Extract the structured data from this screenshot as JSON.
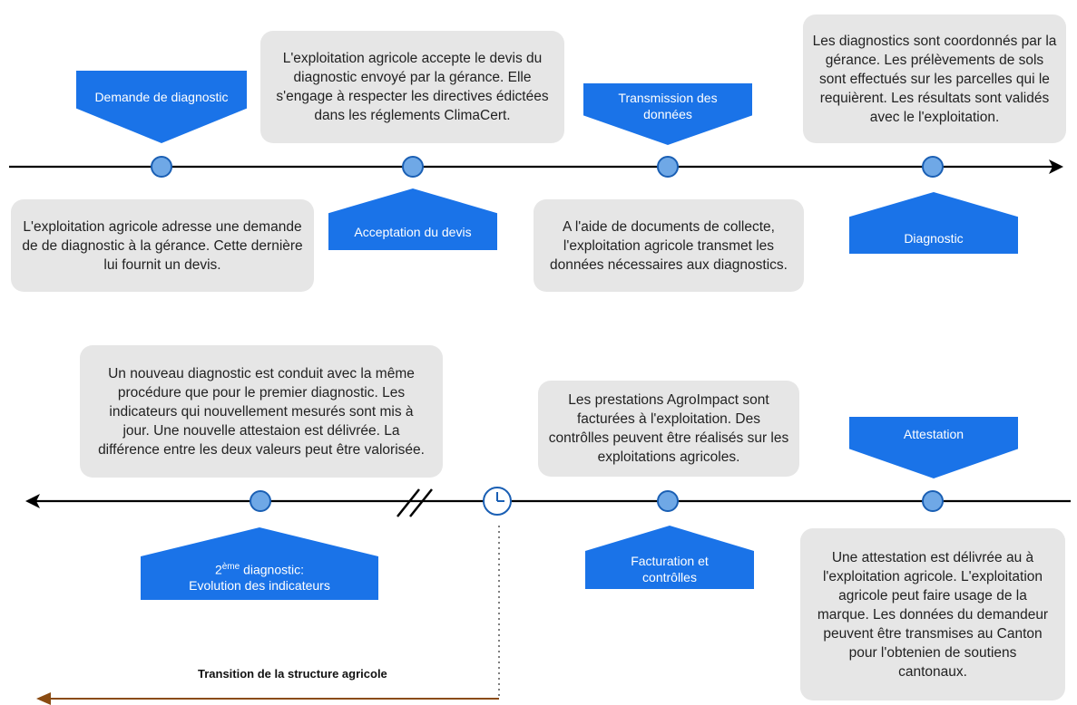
{
  "colors": {
    "accent": "#1a73e8",
    "node": "#6fa8e6",
    "bubble": "#e6e6e6",
    "transition": "#8a4b12"
  },
  "top_row": {
    "steps": [
      {
        "label": "Demande de diagnostic",
        "description": "L'exploitation agricole adresse une demande de de diagnostic à la gérance. Cette dernière lui fournit un devis."
      },
      {
        "label": "Acceptation du devis",
        "description": "L'exploitation agricole accepte le devis du diagnostic envoyé par la gérance. Elle s'engage à respecter les directives édictées dans les réglements ClimaCert."
      },
      {
        "label": "Transmission des données",
        "description": "A l'aide de documents de collecte, l'exploitation agricole transmet les données nécessaires aux diagnostics."
      },
      {
        "label": "Diagnostic",
        "description": "Les diagnostics sont coordonnés par la gérance. Les prélèvements de sols sont effectués sur les parcelles qui le requièrent. Les résultats sont validés avec le l'exploitation."
      }
    ]
  },
  "bottom_row": {
    "steps": [
      {
        "label_sup": "ème",
        "label_prefix": "2",
        "label_rest": " diagnostic:",
        "label_line2": "Evolution des indicateurs",
        "description": "Un nouveau diagnostic est conduit avec la même procédure que pour le premier diagnostic. Les indicateurs qui nouvellement mesurés sont mis à jour. Une nouvelle attestaion est délivrée. La différence entre les deux valeurs peut être valorisée."
      },
      {
        "label": "Facturation et contrôlles",
        "description": "Les prestations AgroImpact sont facturées à l'exploitation. Des contrôlles peuvent être réalisés sur les exploitations agricoles."
      },
      {
        "label": "Attestation",
        "description": "Une attestation est délivrée au à l'exploitation agricole. L'exploitation agricole peut faire usage de la marque. Les données du demandeur peuvent être transmises au Canton pour l'obtenien de soutiens cantonaux."
      }
    ]
  },
  "transition_label": "Transition de la structure agricole",
  "icons": {
    "clock": "clock-icon",
    "break": "timeline-break-icon"
  }
}
